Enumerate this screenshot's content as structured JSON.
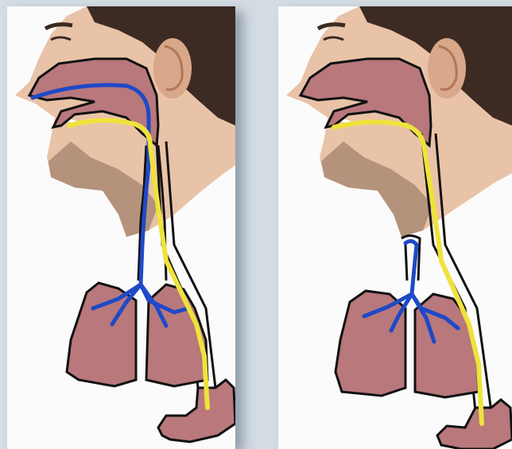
{
  "colors": {
    "background": "#d5dde4",
    "panel": "#fbfbfb",
    "skin": "#e9c3a8",
    "skin_shadow": "#c99474",
    "hair": "#3d2a22",
    "stubble": "#8a6a55",
    "organ_fill": "#b8787c",
    "outline": "#111111",
    "airway_blue": "#1f49c6",
    "food_yellow": "#eee33b"
  },
  "panels": [
    {
      "id": "left",
      "airway_state": "open",
      "icons": [
        "head-profile",
        "nasal-oral-cavity",
        "blue-airway",
        "yellow-food-path",
        "lungs",
        "stomach"
      ]
    },
    {
      "id": "right",
      "airway_state": "closed",
      "icons": [
        "head-profile",
        "nasal-oral-cavity",
        "blue-airway",
        "yellow-food-path",
        "lungs",
        "stomach"
      ]
    }
  ]
}
